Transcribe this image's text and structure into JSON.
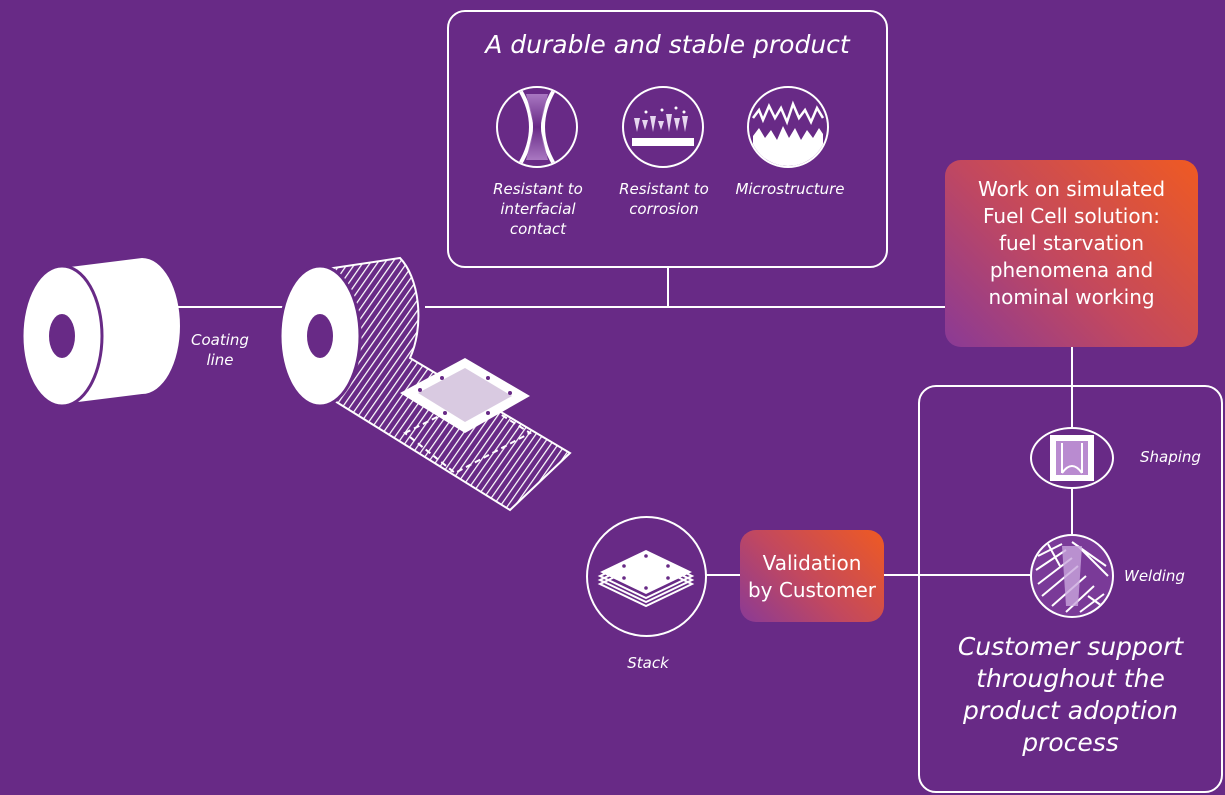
{
  "colors": {
    "background": "#682a86",
    "accent_from": "#8a3a96",
    "accent_to": "#ef5a22",
    "stroke": "#ffffff"
  },
  "product_box": {
    "title": "A durable and stable product",
    "features": [
      {
        "icon": "interfacial-contact-icon",
        "label_lines": [
          "Resistant to",
          "interfacial",
          "contact"
        ]
      },
      {
        "icon": "corrosion-icon",
        "label_lines": [
          "Resistant to",
          "corrosion"
        ]
      },
      {
        "icon": "microstructure-icon",
        "label_lines": [
          "Microstructure"
        ]
      }
    ]
  },
  "coating_line": {
    "label_lines": [
      "Coating",
      "line"
    ]
  },
  "simulation_box": {
    "lines": [
      "Work on simulated",
      "Fuel Cell solution:",
      "fuel starvation",
      "phenomena and",
      "nominal working"
    ]
  },
  "support_box": {
    "steps": [
      {
        "icon": "shaping-icon",
        "label": "Shaping"
      },
      {
        "icon": "welding-icon",
        "label": "Welding"
      }
    ],
    "title_lines": [
      "Customer support",
      "throughout the",
      "product adoption",
      "process"
    ]
  },
  "validation_box": {
    "lines": [
      "Validation",
      "by Customer"
    ]
  },
  "stack": {
    "label": "Stack"
  }
}
